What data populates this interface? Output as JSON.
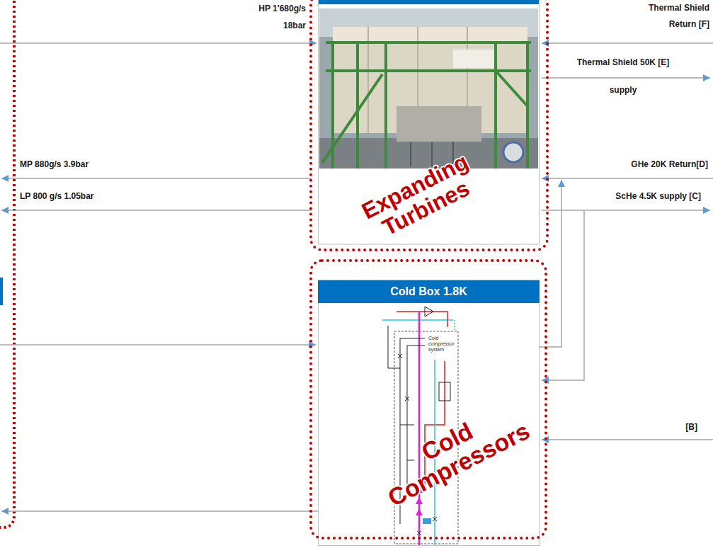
{
  "diagram": {
    "nodes": [
      {
        "text": [
          "Expanding Turbines"
        ]
      },
      {
        "text": [
          "Cold Box 1.8K",
          "Cold Compressors"
        ]
      }
    ],
    "labels": [
      "HP 1'680g/s 18bar",
      "Thermal Shield Return [F]",
      "Thermal Shield 50K [E] supply",
      "MP 880g/s 3.9bar",
      "GHe 20K Return[D]",
      "LP 800 g/s 1.05bar",
      "ScHe 4.5K supply [C]",
      "[B]",
      "Cold compressor system"
    ]
  }
}
